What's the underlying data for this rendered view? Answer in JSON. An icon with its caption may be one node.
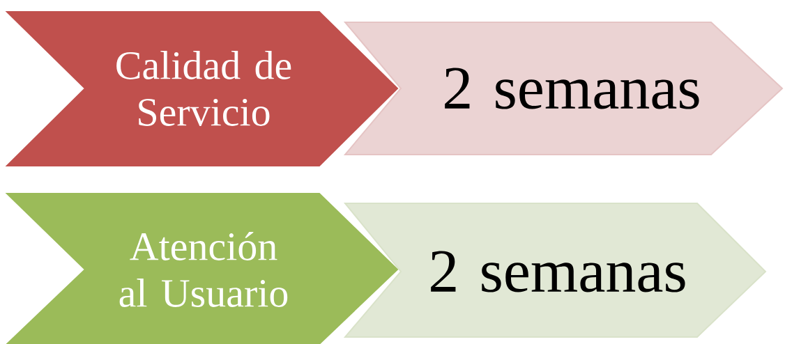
{
  "diagram": {
    "nodes": [
      {
        "text": [
          "Calidad de Servicio"
        ]
      },
      {
        "text": [
          "2 semanas"
        ]
      },
      {
        "text": [
          "Atención al Usuario"
        ]
      },
      {
        "text": [
          "2 semanas"
        ]
      }
    ]
  }
}
